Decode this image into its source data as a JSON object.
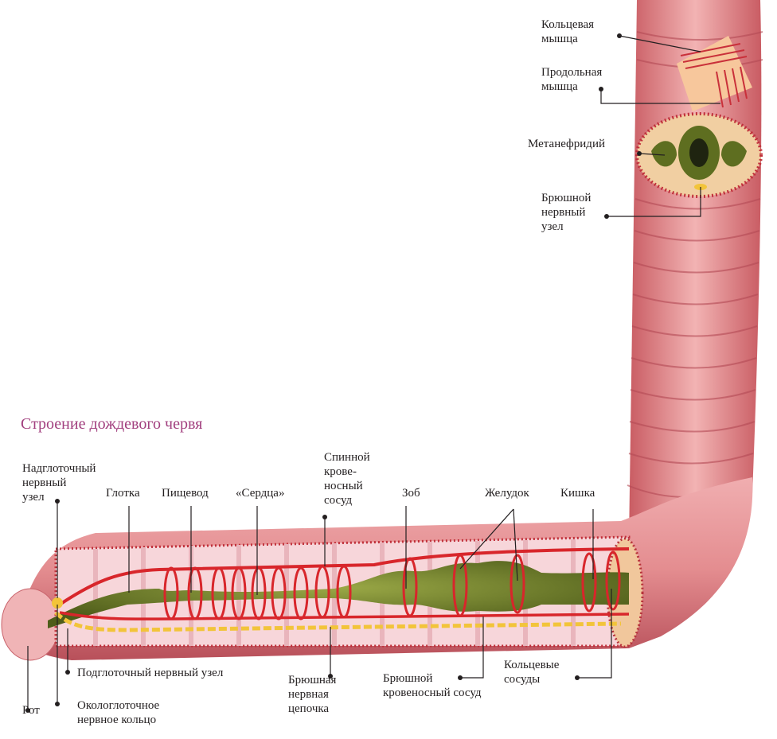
{
  "title": "Строение дождевого червя",
  "colors": {
    "title": "#a2407f",
    "body": "#e2898c",
    "gut": "#6b7a2a",
    "vessel": "#d8262b",
    "nerve": "#f2c43a"
  },
  "labels": {
    "ring_muscle": "Кольцевая\nмышца",
    "long_muscle": "Продольная\nмышца",
    "metanephridium": "Метанефридий",
    "ventral_ganglion": "Брюшной\nнервный\nузел",
    "supra_ganglion": "Надглоточный\nнервный\nузел",
    "pharynx": "Глотка",
    "esophagus": "Пищевод",
    "hearts": "«Сердца»",
    "dorsal_vessel": "Спинной\nкрове-\nносный\nсосуд",
    "crop": "Зоб",
    "gizzard": "Желудок",
    "intestine": "Кишка",
    "mouth": "Рот",
    "sub_ganglion": "Подглоточный нервный узел",
    "nerve_ring": "Окологлоточное\nнервное кольцо",
    "nerve_cord": "Брюшная\nнервная\nцепочка",
    "ventral_vessel": "Брюшной\nкровеносный сосуд",
    "ring_vessels": "Кольцевые\nсосуды"
  }
}
